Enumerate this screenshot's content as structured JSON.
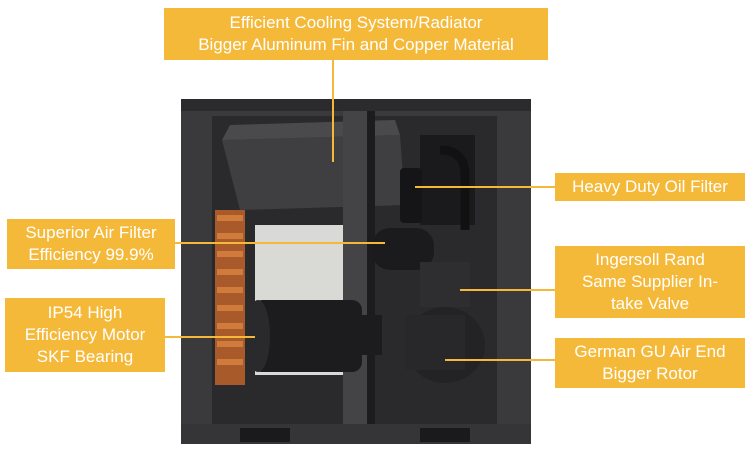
{
  "callouts": {
    "cooling": {
      "line1": "Efficient Cooling System/Radiator",
      "line2": "Bigger Aluminum Fin and Copper  Material"
    },
    "oil_filter": {
      "line1": "Heavy Duty Oil Filter"
    },
    "air_filter": {
      "line1": "Superior Air Filter",
      "line2": "Efficiency 99.9%"
    },
    "intake_valve": {
      "line1": "Ingersoll Rand",
      "line2": "Same Supplier In-",
      "line3": "take Valve"
    },
    "motor": {
      "line1": "IP54 High",
      "line2": "Efficiency Motor",
      "line3": "SKF Bearing"
    },
    "air_end": {
      "line1": "German GU Air End",
      "line2": "Bigger Rotor"
    }
  },
  "colors": {
    "label_fill": "#f5b93a",
    "label_text": "#ffffff",
    "cabinet": "#3a3a3c",
    "cabinet_dark": "#1f1f21"
  }
}
